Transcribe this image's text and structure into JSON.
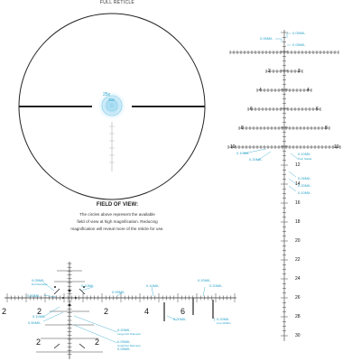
{
  "colors": {
    "reticle": "#222222",
    "annotation": "#29a3c9",
    "glow": "#8fd3ef"
  },
  "header": {
    "title": "FULL RETICLE"
  },
  "fov": {
    "heading": "FIELD OF VIEW:",
    "lines": [
      "The circles above represent the available",
      "field of view at high magnification. Reducing",
      "magnification will reveal more of the reticle for use."
    ]
  },
  "center": {
    "ring_outer": "25x",
    "ring_inner": "30x"
  },
  "right_reticle": {
    "horizontal_numbers": [
      "2",
      "2",
      "4",
      "4",
      "6",
      "6",
      "8",
      "8",
      "10",
      "10"
    ],
    "vertical_numbers": [
      "12",
      "14",
      "16",
      "18",
      "20",
      "22",
      "24",
      "26",
      "28",
      "30"
    ],
    "annotations": [
      "0.05MIL",
      "0.05MIL",
      "0.05MIL",
      "0.10MIL",
      "0.20MIL",
      "0.10MIL",
      "0.05MIL",
      "0.20MIL",
      "0.10MIL"
    ],
    "sub_labels": [
      "Post Stadia"
    ]
  },
  "bottom_reticle": {
    "numbers": [
      "2",
      "2",
      "2",
      "4",
      "6",
      "2",
      "2"
    ],
    "annotations": [
      "0.05MIL",
      "0.10MIL",
      "0.05MIL",
      "0.10MIL",
      "0.20MIL",
      "0.20MIL",
      "0.50MIL",
      "0.10MIL",
      "0.50MIL",
      "0.20MIL",
      "0.05MIL",
      "0.20MIL",
      "0.20MIL",
      "0.05MIL"
    ],
    "sub_labels": [
      "Dot Diameter",
      "Large Dot Diameter",
      "Small Dot Diameter",
      "Line Widths"
    ]
  }
}
